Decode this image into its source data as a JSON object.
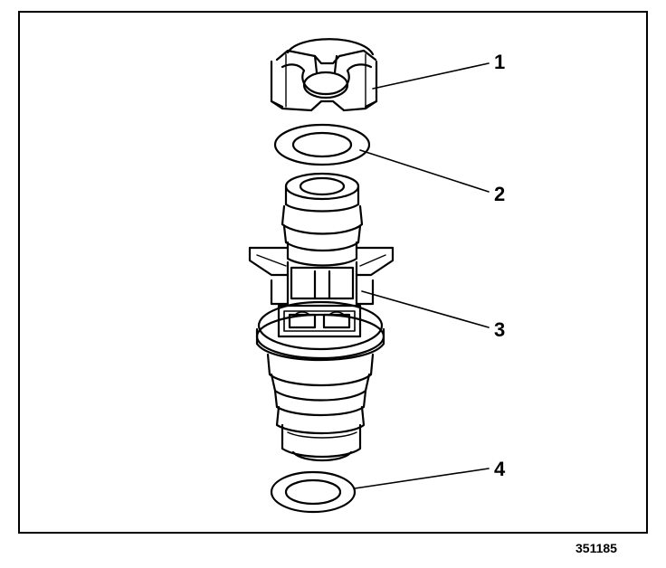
{
  "figure": {
    "callouts": [
      "1",
      "2",
      "3",
      "4"
    ],
    "figure_number": "351185"
  }
}
